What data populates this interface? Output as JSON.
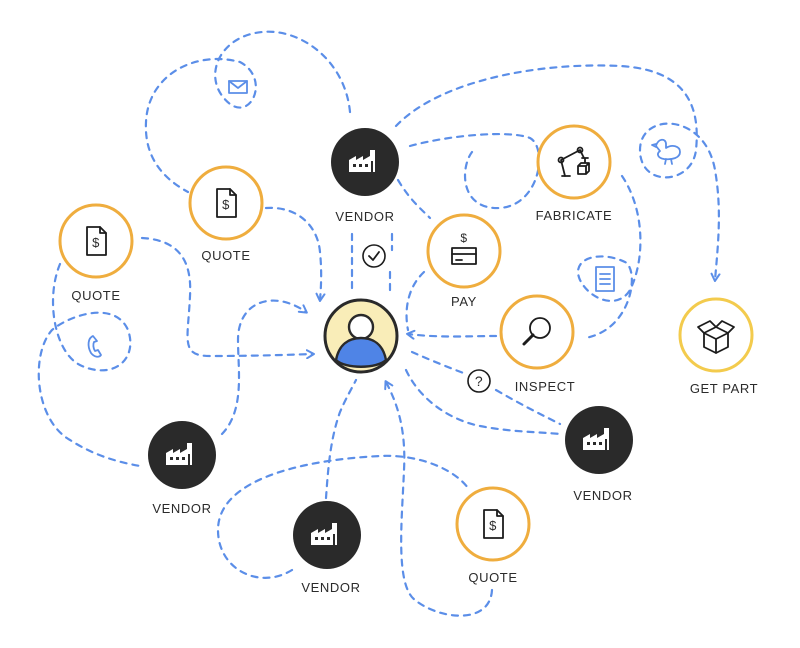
{
  "nodes": {
    "vendor_top": "VENDOR",
    "quote_upper": "QUOTE",
    "quote_left": "QUOTE",
    "pay": "PAY",
    "fabricate": "FABRICATE",
    "inspect": "INSPECT",
    "get_part": "GET PART",
    "vendor_right": "VENDOR",
    "vendor_left": "VENDOR",
    "vendor_bottom": "VENDOR",
    "quote_bottom": "QUOTE"
  },
  "symbols": {
    "question": "?",
    "dollar": "$"
  },
  "colors": {
    "path_blue": "#5b8ee8",
    "ring_orange": "#efad3e",
    "ring_yellow": "#f3cb4d",
    "vendor_dark": "#2a2a2a",
    "user_face": "#f9edb8",
    "user_body": "#4f84e6"
  },
  "icons": [
    "envelope-icon",
    "phone-icon",
    "document-icon",
    "check-icon",
    "question-icon",
    "duck-icon",
    "box-icon",
    "factory-icon",
    "magnifier-icon",
    "card-icon",
    "robot-arm-icon",
    "user-icon"
  ]
}
